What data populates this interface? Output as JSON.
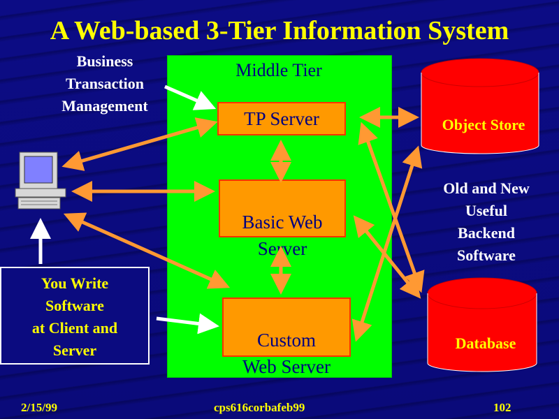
{
  "slide": {
    "title": "A Web-based 3-Tier Information System",
    "btm_label": "Business\nTransaction\nManagement",
    "middle_tier": "Middle Tier",
    "tp_server": "TP Server",
    "basic_web_server": "Basic Web\nServer",
    "custom_web_server": "Custom\nWeb Server",
    "object_store": "Object Store",
    "backend": "Old and New\nUseful\nBackend\nSoftware",
    "database": "Database",
    "you_write": "You Write\nSoftware\nat Client and\nServer"
  },
  "footer": {
    "date": "2/15/99",
    "source": "cps616corbafeb99",
    "page": "102"
  },
  "colors": {
    "background": "#0b0b80",
    "title": "#ffff00",
    "middle_panel": "#00ff00",
    "box": "#ff9900",
    "arrow": "#ff9933",
    "cylinder": "#ff0000"
  }
}
